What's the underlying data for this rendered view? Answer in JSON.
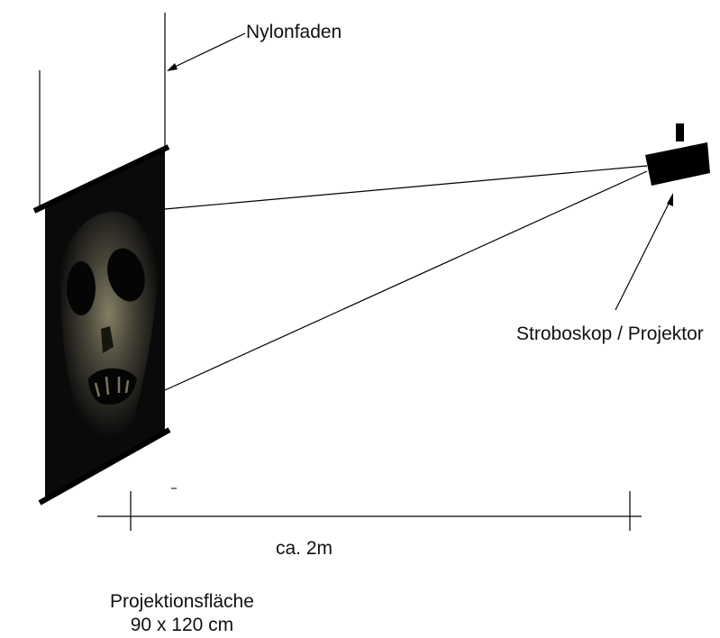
{
  "labels": {
    "nylon_thread": "Nylonfaden",
    "strobe_projector": "Stroboskop / Projektor",
    "distance": "ca. 2m",
    "screen_name": "Projektionsfläche",
    "screen_size": "90 x 120 cm"
  },
  "colors": {
    "ink": "#000000",
    "screen_dark": "#0a0a0a",
    "skull_tone": "#8a8468"
  }
}
